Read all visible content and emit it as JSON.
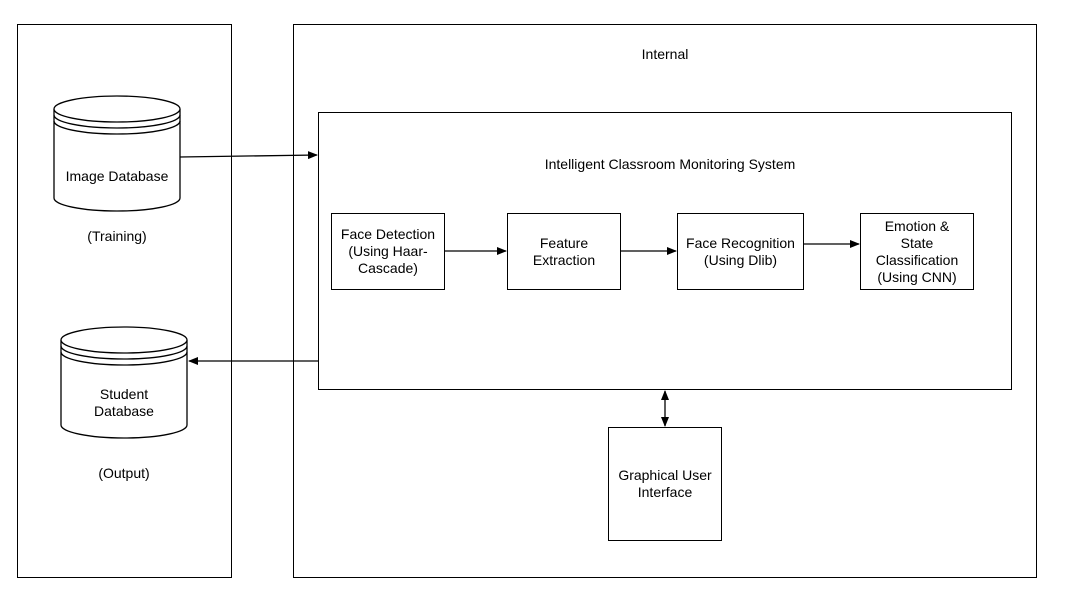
{
  "left_panel": {
    "image_db_label": "Image Database",
    "image_db_caption": "(Training)",
    "student_db_label": "Student\nDatabase",
    "student_db_caption": "(Output)"
  },
  "internal_panel": {
    "title": "Internal",
    "system_title": "Intelligent Classroom Monitoring System",
    "steps": [
      "Face Detection\n(Using Haar-\nCascade)",
      "Feature\nExtraction",
      "Face Recognition\n(Using Dlib)",
      "Emotion &\nState\nClassification\n(Using CNN)"
    ],
    "gui_label": "Graphical User\nInterface"
  }
}
